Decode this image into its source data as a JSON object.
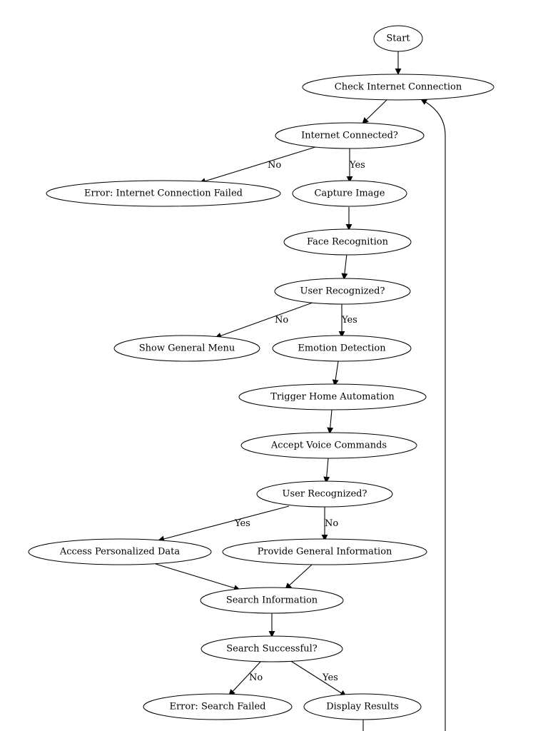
{
  "nodes": {
    "start": "Start",
    "check_internet": "Check Internet Connection",
    "internet_connected": "Internet Connected?",
    "error_internet": "Error: Internet Connection Failed",
    "capture_image": "Capture Image",
    "face_recognition": "Face Recognition",
    "user_recognized_1": "User Recognized?",
    "show_general_menu": "Show General Menu",
    "emotion_detection": "Emotion Detection",
    "trigger_home_automation": "Trigger Home Automation",
    "accept_voice_commands": "Accept Voice Commands",
    "user_recognized_2": "User Recognized?",
    "access_personalized_data": "Access Personalized Data",
    "provide_general_information": "Provide General Information",
    "search_information": "Search Information",
    "search_successful": "Search Successful?",
    "error_search": "Error: Search Failed",
    "display_results": "Display Results"
  },
  "edge_labels": {
    "internet_no": "No",
    "internet_yes": "Yes",
    "user1_no": "No",
    "user1_yes": "Yes",
    "user2_yes": "Yes",
    "user2_no": "No",
    "search_no": "No",
    "search_yes": "Yes"
  }
}
